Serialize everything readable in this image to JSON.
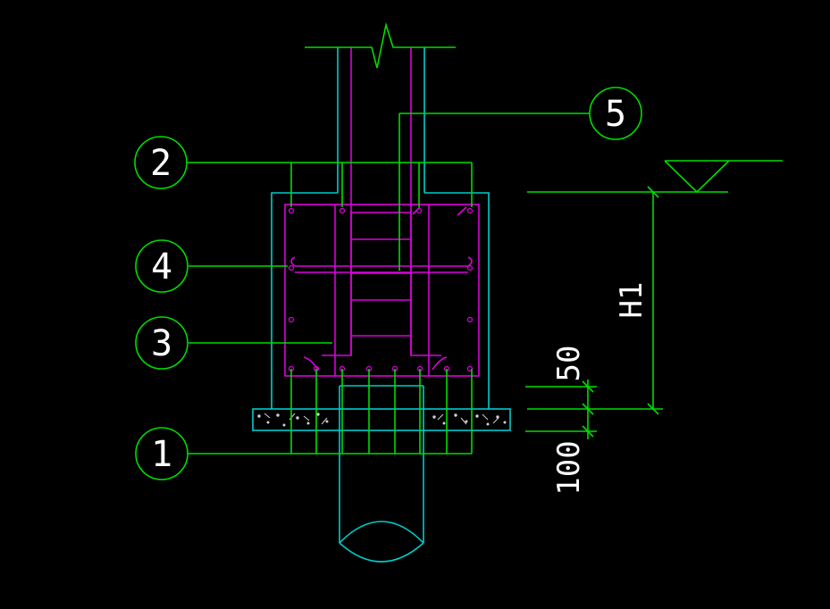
{
  "callouts": {
    "c1": "1",
    "c2": "2",
    "c3": "3",
    "c4": "4",
    "c5": "5"
  },
  "dimensions": {
    "h1": "H1",
    "d50": "50",
    "d100": "100"
  },
  "colors": {
    "background": "#000000",
    "leader": "#00dd00",
    "concrete": "#00cccc",
    "rebar": "#dd00dd",
    "text": "#ffffff"
  }
}
